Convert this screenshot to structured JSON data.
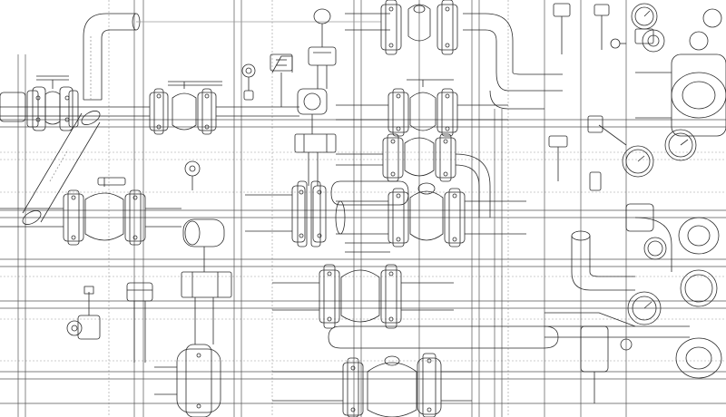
{
  "colors": {
    "background": "#ffffff",
    "line": "#2b2b2b",
    "thin": "#555555",
    "hidden": "#9a9a9a",
    "accent": "#000000"
  },
  "drawing": {
    "style": "wireframe",
    "subject": "industrial-piping",
    "components": [
      "pipe",
      "elbow",
      "flange",
      "gate-valve",
      "handwheel",
      "pressure-gauge",
      "transmitter",
      "support-beam"
    ]
  }
}
